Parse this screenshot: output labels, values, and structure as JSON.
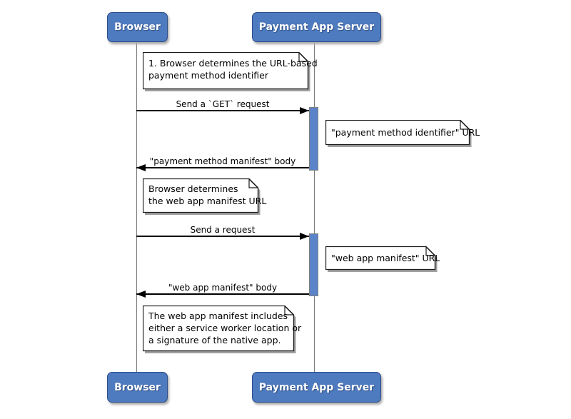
{
  "diagram": {
    "actors": {
      "browser": "Browser",
      "server": "Payment App Server"
    },
    "messages": {
      "send_get_request": "Send a `GET` request",
      "payment_method_manifest_body": "\"payment method manifest\" body",
      "send_request": "Send a request",
      "web_app_manifest_body": "\"web app manifest\" body"
    },
    "notes": {
      "determine_pmi": {
        "lines": [
          "1. Browser determines the URL-based",
          "payment method identifier"
        ]
      },
      "pmi_url": {
        "lines": [
          "\"payment method identifier\" URL"
        ]
      },
      "determine_wam": {
        "lines": [
          "Browser determines",
          "the web app manifest URL"
        ]
      },
      "wam_url": {
        "lines": [
          "\"web app manifest\" URL"
        ]
      },
      "wam_contents": {
        "lines": [
          "The web app manifest includes",
          "either a service worker location or",
          "a signature of the native app."
        ]
      }
    },
    "colors": {
      "actor_fill": "#4e7ac0",
      "actor_border": "#2c4e87",
      "actor_text": "#ffffff",
      "activation_fill": "#5b84c8",
      "activation_border": "#7f7f7f",
      "lifeline": "#7a7a7a",
      "arrow": "#000000",
      "note_fill": "#ffffff",
      "note_border": "#1a1a1a",
      "shadow": "#9f9f9f"
    }
  }
}
